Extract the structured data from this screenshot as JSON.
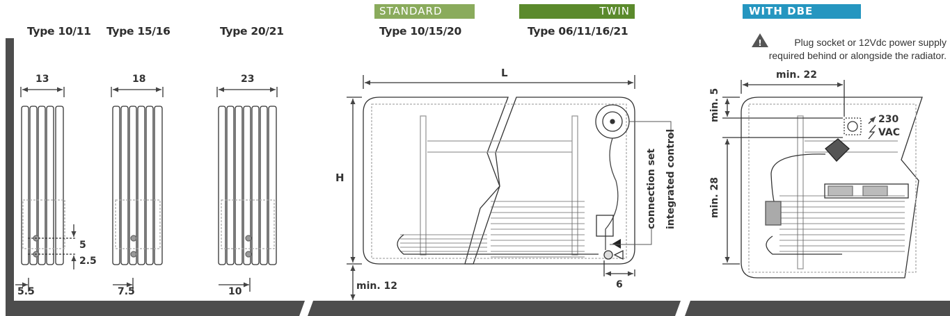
{
  "colors": {
    "standard": "#8aab5c",
    "twin": "#5b8a2c",
    "dbe": "#2596c0",
    "bar": "#4d4d4d",
    "line": "#444444"
  },
  "headers": {
    "type_10_11": "Type 10/11",
    "type_15_16": "Type 15/16",
    "type_20_21": "Type 20/21",
    "standard_badge": "STANDARD",
    "twin_badge": "TWIN",
    "dbe_badge": "WITH DBE",
    "standard_type": "Type 10/15/20",
    "twin_type": "Type 06/11/16/21"
  },
  "side_views": {
    "a": {
      "width": "13",
      "offset": "5.5",
      "gap": "5",
      "gap2": "2.5"
    },
    "b": {
      "width": "18",
      "offset": "7.5"
    },
    "c": {
      "width": "23",
      "offset": "10"
    }
  },
  "front_view": {
    "length": "L",
    "height": "H",
    "bottom_clearance": "min. 12",
    "side_offset": "6",
    "connection_label": "connection set",
    "control_label": "integrated control"
  },
  "dbe_view": {
    "warning_icon": "warning-triangle-icon",
    "note_line1": "Plug socket or 12Vdc power supply",
    "note_line2": "required behind or alongside the radiator.",
    "min_width": "min. 22",
    "min_top": "min. 5",
    "min_height": "min. 28",
    "voltage_value": "230",
    "voltage_unit": "VAC"
  }
}
